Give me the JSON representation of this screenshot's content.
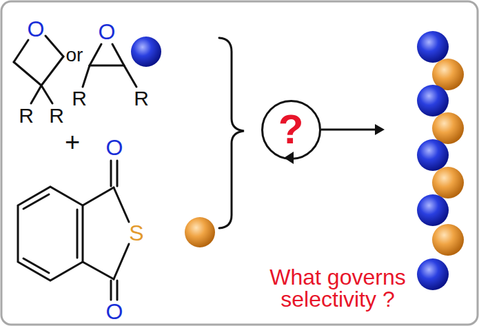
{
  "diagram": {
    "nodes": [
      {
        "text": [
          "?"
        ]
      }
    ],
    "labels": [
      "O",
      "or",
      "O",
      "R",
      "R",
      "R",
      "R",
      "+",
      "O",
      "S",
      "O",
      "What governs selectivity ?"
    ]
  }
}
